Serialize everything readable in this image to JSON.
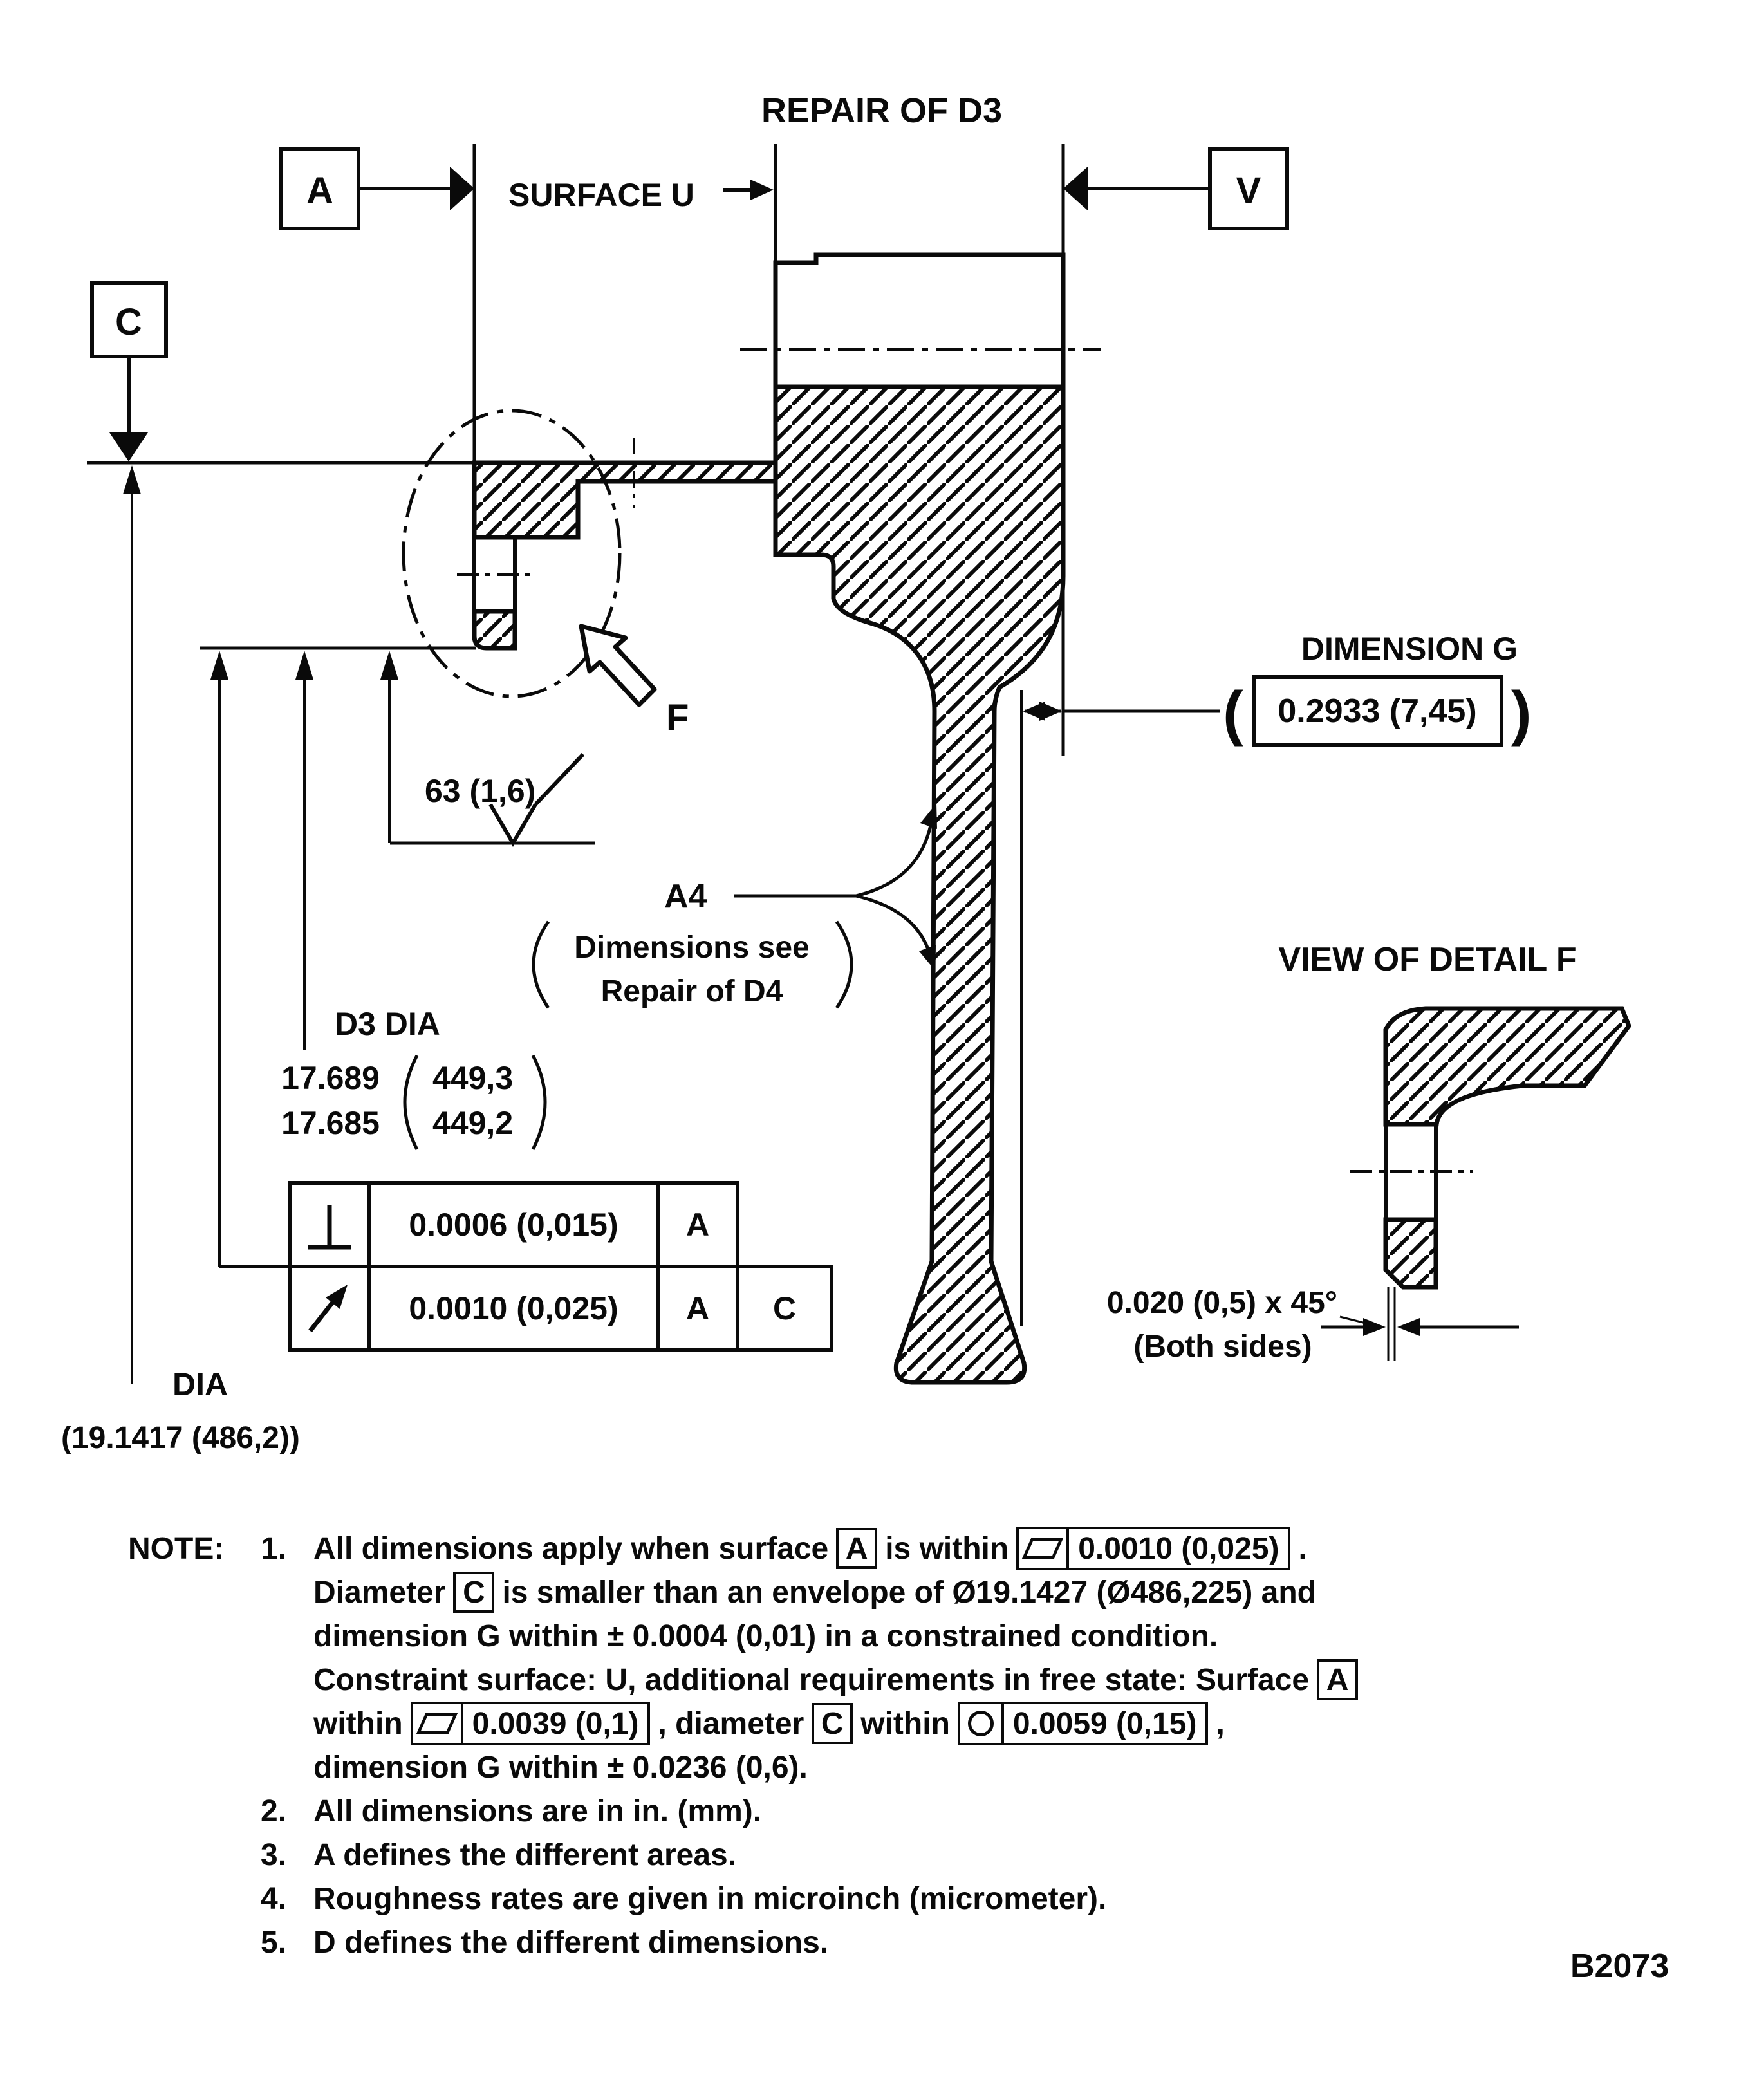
{
  "title": "REPAIR OF D3",
  "figure_id": "B2073",
  "datums": {
    "a": "A",
    "v": "V",
    "c": "C"
  },
  "callouts": {
    "surface_u": "SURFACE U",
    "detail_f_letter": "F",
    "view_detail_f": "VIEW OF DETAIL F",
    "roughness": "63 (1,6)",
    "a4": "A4",
    "a4_ref_line1": "Dimensions see",
    "a4_ref_line2": "Repair of D4",
    "chamfer": "0.020 (0,5) x 45°",
    "chamfer_sides": "(Both sides)"
  },
  "dimension_g": {
    "title": "DIMENSION G",
    "value": "0.2933 (7,45)",
    "open_paren": "(",
    "close_paren": ")"
  },
  "d3_dia": {
    "label": "D3 DIA",
    "inch_max": "17.689",
    "inch_min": "17.685",
    "mm_max": "449,3",
    "mm_min": "449,2"
  },
  "dia_c": {
    "label": "DIA",
    "value": "(19.1417 (486,2))"
  },
  "fcf_rows": [
    {
      "symbol": "perpendicularity",
      "value": "0.0006 (0,015)",
      "datum1": "A",
      "datum2": ""
    },
    {
      "symbol": "circular-runout",
      "value": "0.0010 (0,025)",
      "datum1": "A",
      "datum2": "C"
    }
  ],
  "notes": {
    "heading": "NOTE:",
    "note1": {
      "num": "1.",
      "seg1": "All dimensions apply when surface",
      "datum1": "A",
      "seg2": "is within",
      "fcf1": "0.0010 (0,025)",
      "seg3": ".",
      "line2a": "Diameter",
      "line2_datum": "C",
      "line2b": "is smaller than an envelope of Ø19.1427 (Ø486,225) and",
      "line3": "dimension G within ± 0.0004 (0,01) in a constrained condition.",
      "line4": "Constraint surface: U, additional requirements in free state: Surface",
      "line4_datum": "A",
      "line5a": "within",
      "line5_fcf1": "0.0039 (0,1)",
      "line5b": ", diameter",
      "line5_datum": "C",
      "line5c": "within",
      "line5_fcf2": "0.0059 (0,15)",
      "line5d": ",",
      "line6": "dimension G within ± 0.0236 (0,6)."
    },
    "note2": {
      "num": "2.",
      "text": "All dimensions are in in. (mm)."
    },
    "note3": {
      "num": "3.",
      "text": "A defines the different areas."
    },
    "note4": {
      "num": "4.",
      "text": "Roughness rates are given in microinch (micrometer)."
    },
    "note5": {
      "num": "5.",
      "text": "D defines the different dimensions."
    }
  }
}
